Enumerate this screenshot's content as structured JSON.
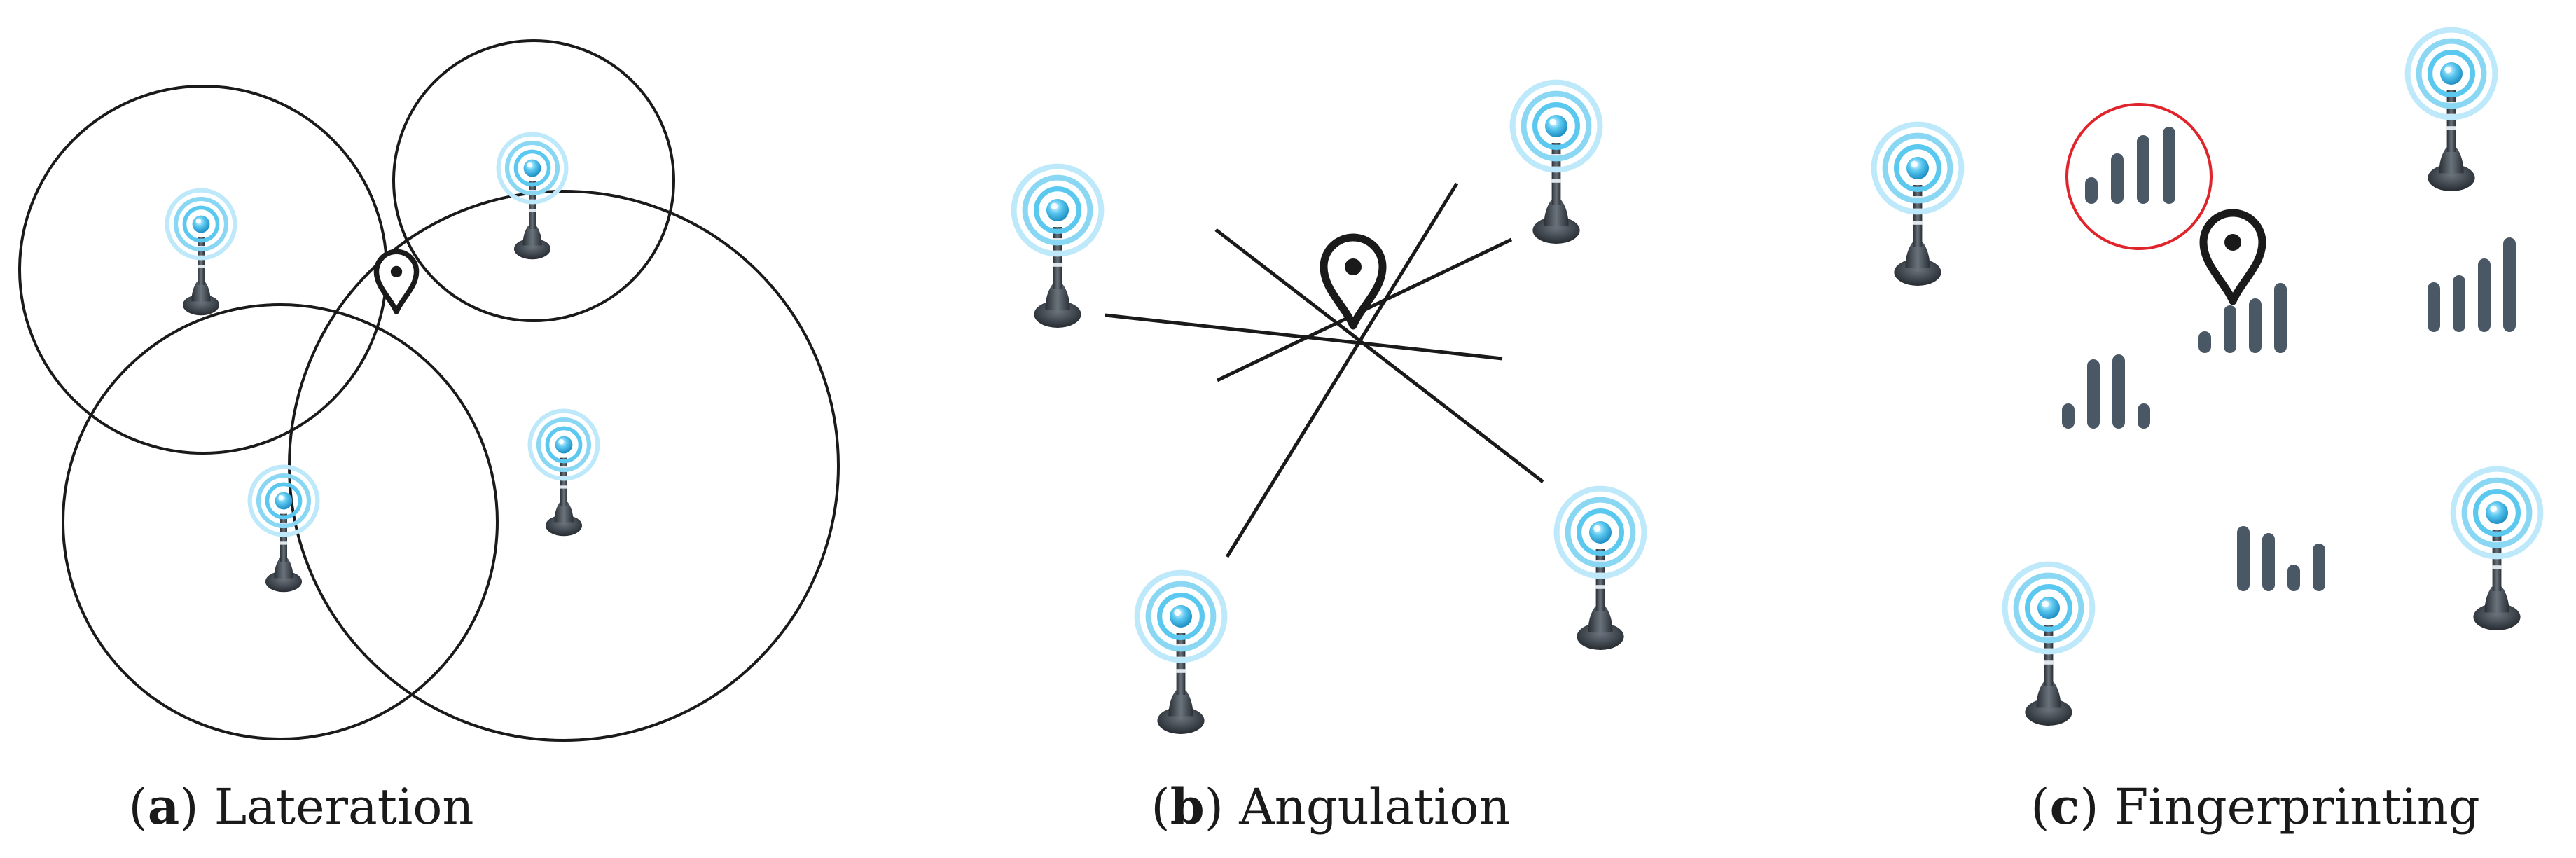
{
  "panels": [
    {
      "letter": "a",
      "title": "Lateration"
    },
    {
      "letter": "b",
      "title": "Angulation"
    },
    {
      "letter": "c",
      "title": "Fingerprinting"
    }
  ],
  "colors": {
    "tower_blue": "#5bc8f0",
    "tower_ring": "#8ad7f4",
    "tower_dark": "#3b4149",
    "signal_bars": "#4a5866",
    "highlight_circle": "#e0242b",
    "lines": "#1a1a1a"
  },
  "icons": [
    "antenna-tower-icon",
    "location-pin-icon",
    "signal-strength-icon"
  ]
}
